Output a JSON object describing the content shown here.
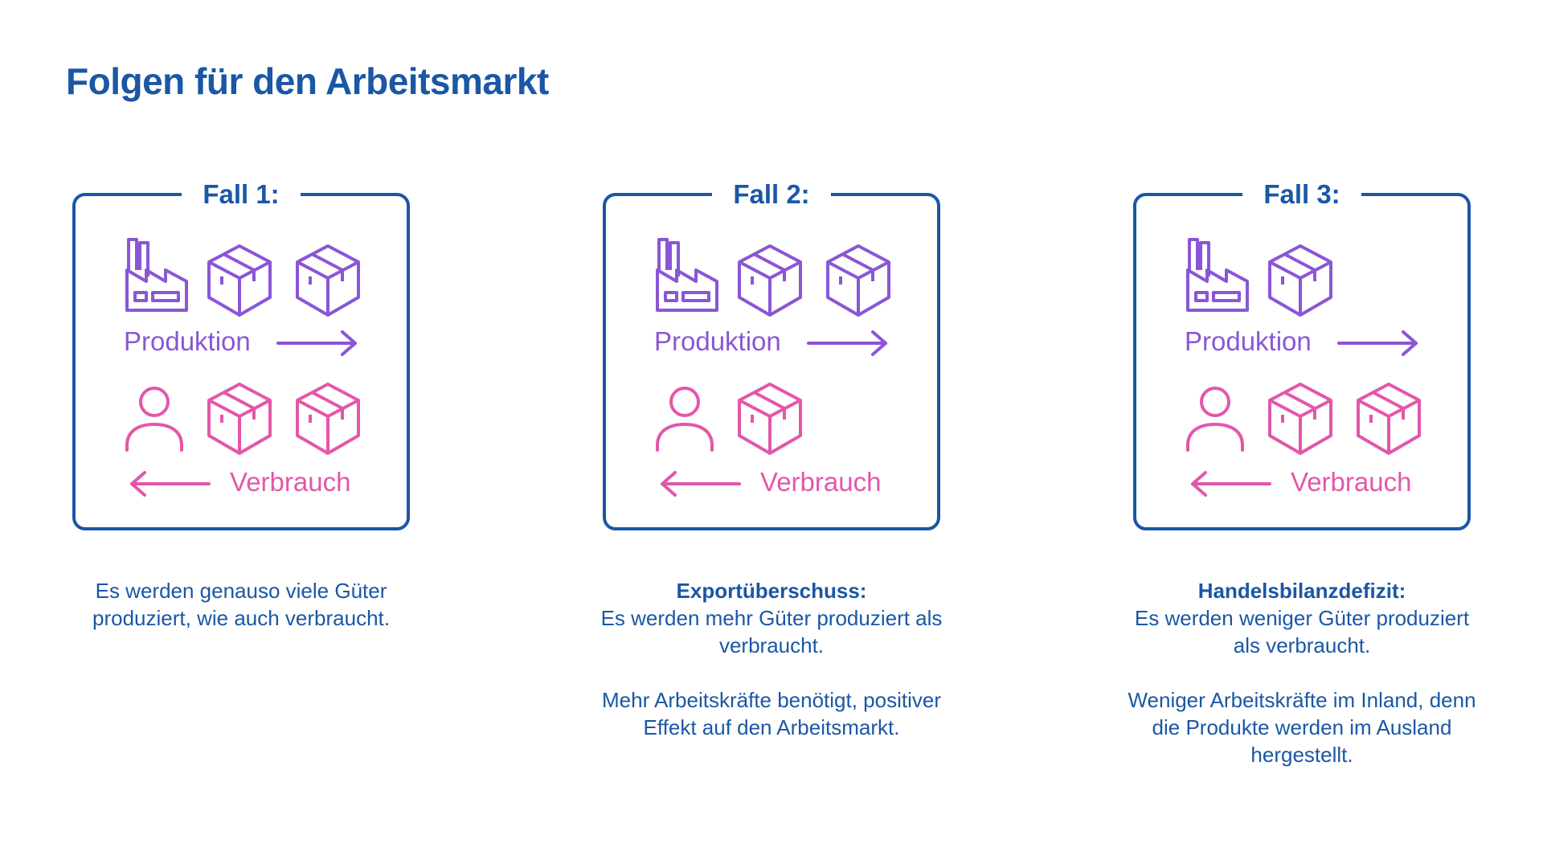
{
  "title": "Folgen für den Arbeitsmarkt",
  "colors": {
    "primary": "#1a57a5",
    "production": "#8a56d6",
    "consumption": "#e357a8"
  },
  "labels": {
    "production": "Produktion",
    "consumption": "Verbrauch"
  },
  "cases": [
    {
      "title": "Fall 1:",
      "production_icons": [
        "factory-icon",
        "box-icon",
        "box-icon"
      ],
      "consumption_icons": [
        "person-icon",
        "box-icon",
        "box-icon"
      ],
      "term": "",
      "description": "Es werden genauso viele Güter produziert, wie auch verbraucht.",
      "effect": ""
    },
    {
      "title": "Fall 2:",
      "production_icons": [
        "factory-icon",
        "box-icon",
        "box-icon"
      ],
      "consumption_icons": [
        "person-icon",
        "box-icon"
      ],
      "term": "Exportüberschuss:",
      "description": "Es werden mehr Güter produziert als verbraucht.",
      "effect": "Mehr Arbeitskräfte benötigt, positiver Effekt auf den Arbeitsmarkt."
    },
    {
      "title": "Fall 3:",
      "production_icons": [
        "factory-icon",
        "box-icon"
      ],
      "consumption_icons": [
        "person-icon",
        "box-icon",
        "box-icon"
      ],
      "term": "Handelsbilanzdefizit:",
      "description": "Es werden weniger Güter produziert als verbraucht.",
      "effect": "Weniger Arbeitskräfte im Inland, denn die Produkte werden im Ausland hergestellt."
    }
  ]
}
